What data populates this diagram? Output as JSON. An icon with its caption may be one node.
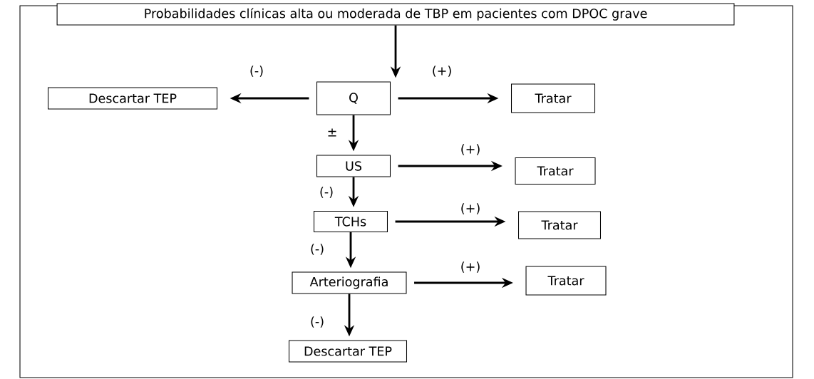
{
  "diagram": {
    "nodes": [
      {
        "text": [
          "Probabilidades clínicas alta ou moderada de TBP em pacientes com DPOC grave"
        ]
      },
      {
        "text": [
          "Descartar TEP"
        ]
      },
      {
        "text": [
          "Q"
        ]
      },
      {
        "text": [
          "Tratar"
        ]
      },
      {
        "text": [
          "US"
        ]
      },
      {
        "text": [
          "Tratar"
        ]
      },
      {
        "text": [
          "TCHs"
        ]
      },
      {
        "text": [
          "Tratar"
        ]
      },
      {
        "text": [
          "Arteriografia"
        ]
      },
      {
        "text": [
          "Tratar"
        ]
      },
      {
        "text": [
          "Descartar TEP"
        ]
      }
    ],
    "edges": [
      {
        "from": 0,
        "to": 2,
        "arrow": "to"
      },
      {
        "from": 2,
        "to": 1,
        "arrow": "to",
        "label": "(-)"
      },
      {
        "from": 2,
        "to": 3,
        "arrow": "to",
        "label": "(+)"
      },
      {
        "from": 2,
        "to": 4,
        "arrow": "to",
        "label": "±"
      },
      {
        "from": 4,
        "to": 5,
        "arrow": "to",
        "label": "(+)"
      },
      {
        "from": 4,
        "to": 6,
        "arrow": "to",
        "label": "(-)"
      },
      {
        "from": 6,
        "to": 7,
        "arrow": "to",
        "label": "(+)"
      },
      {
        "from": 6,
        "to": 8,
        "arrow": "to",
        "label": "(-)"
      },
      {
        "from": 8,
        "to": 9,
        "arrow": "to",
        "label": "(+)"
      },
      {
        "from": 8,
        "to": 10,
        "arrow": "to",
        "label": "(-)"
      }
    ]
  }
}
